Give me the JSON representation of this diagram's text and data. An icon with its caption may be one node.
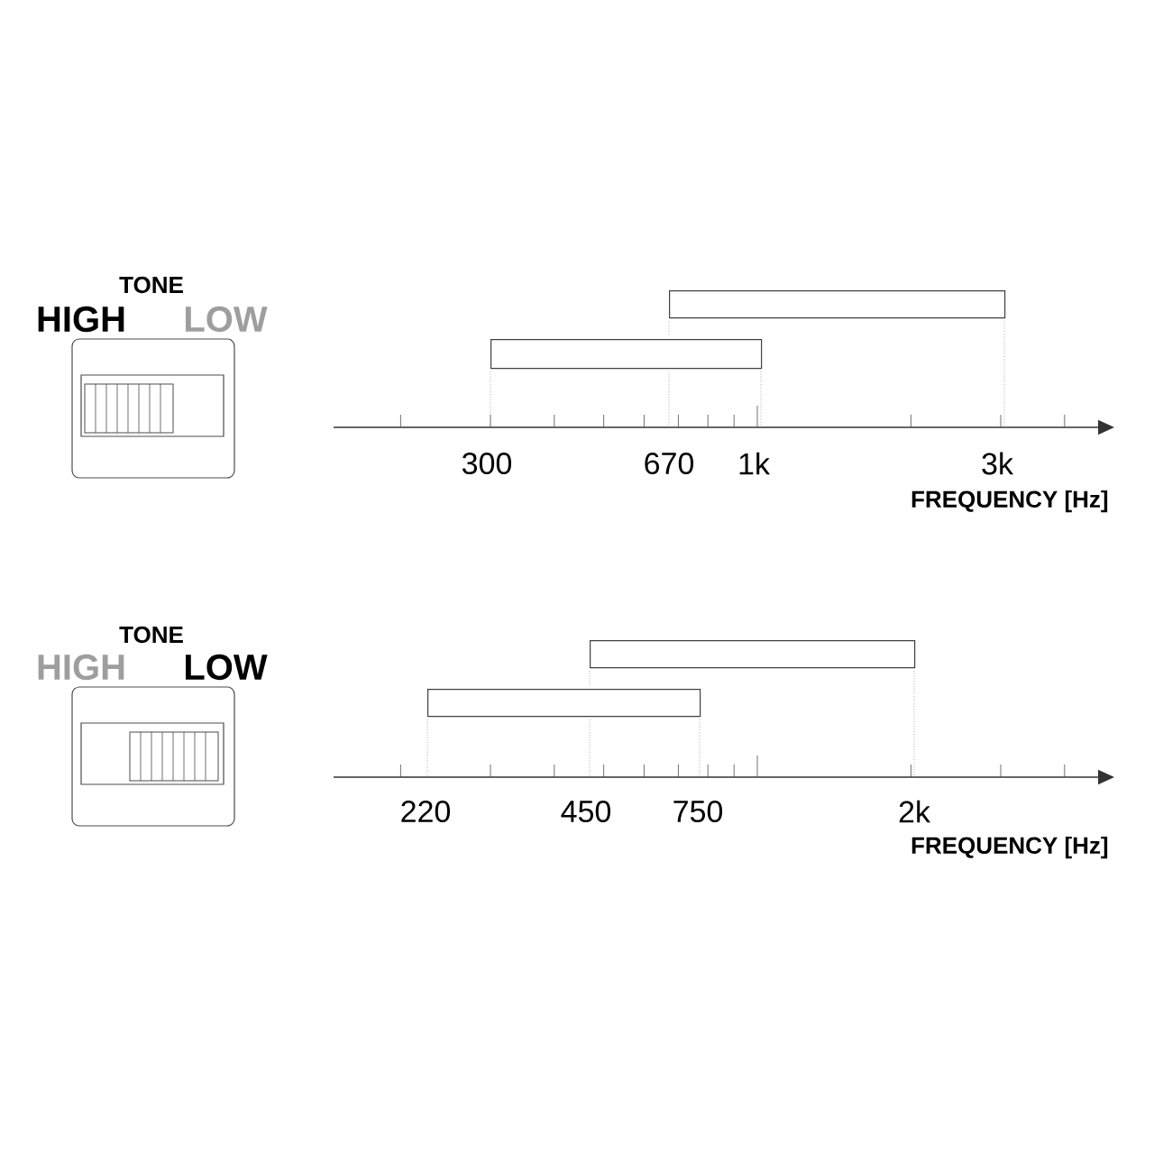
{
  "diagram": {
    "nodes": [
      {
        "text": [],
        "shape": "bar"
      },
      {
        "text": [],
        "shape": "bar"
      },
      {
        "text": [],
        "shape": "bar"
      },
      {
        "text": [],
        "shape": "bar"
      }
    ],
    "labels": [
      "TONE",
      "HIGH",
      "LOW",
      "300",
      "670",
      "1k",
      "3k",
      "FREQUENCY [Hz]",
      "TONE",
      "HIGH",
      "LOW",
      "220",
      "450",
      "750",
      "2k",
      "FREQUENCY [Hz]"
    ]
  }
}
